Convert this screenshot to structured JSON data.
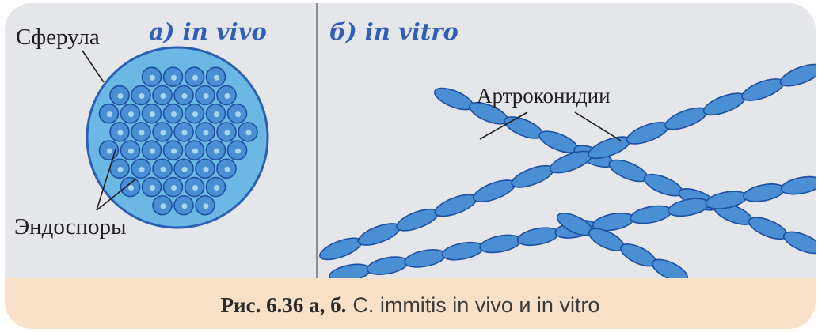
{
  "panel_a": {
    "heading": "а) in vivo",
    "label_spherule": "Сферула",
    "label_endospores": "Эндоспоры"
  },
  "panel_b": {
    "heading": "б) in vitro",
    "label_arthroconidia": "Артроконидии"
  },
  "caption": {
    "bold": "Рис. 6.36 а, б.",
    "text": "C. immitis in vivo и in vitro"
  },
  "colors": {
    "background_panel": "#e4e6ea",
    "caption_band": "#f9e0c8",
    "spherule_fill": "#6bb8e4",
    "spherule_outline": "#2b5fb3",
    "endospore_fill": "#4a8fd4",
    "endospore_outline": "#1d4fa3",
    "heading_blue": "#2f5fb8"
  }
}
